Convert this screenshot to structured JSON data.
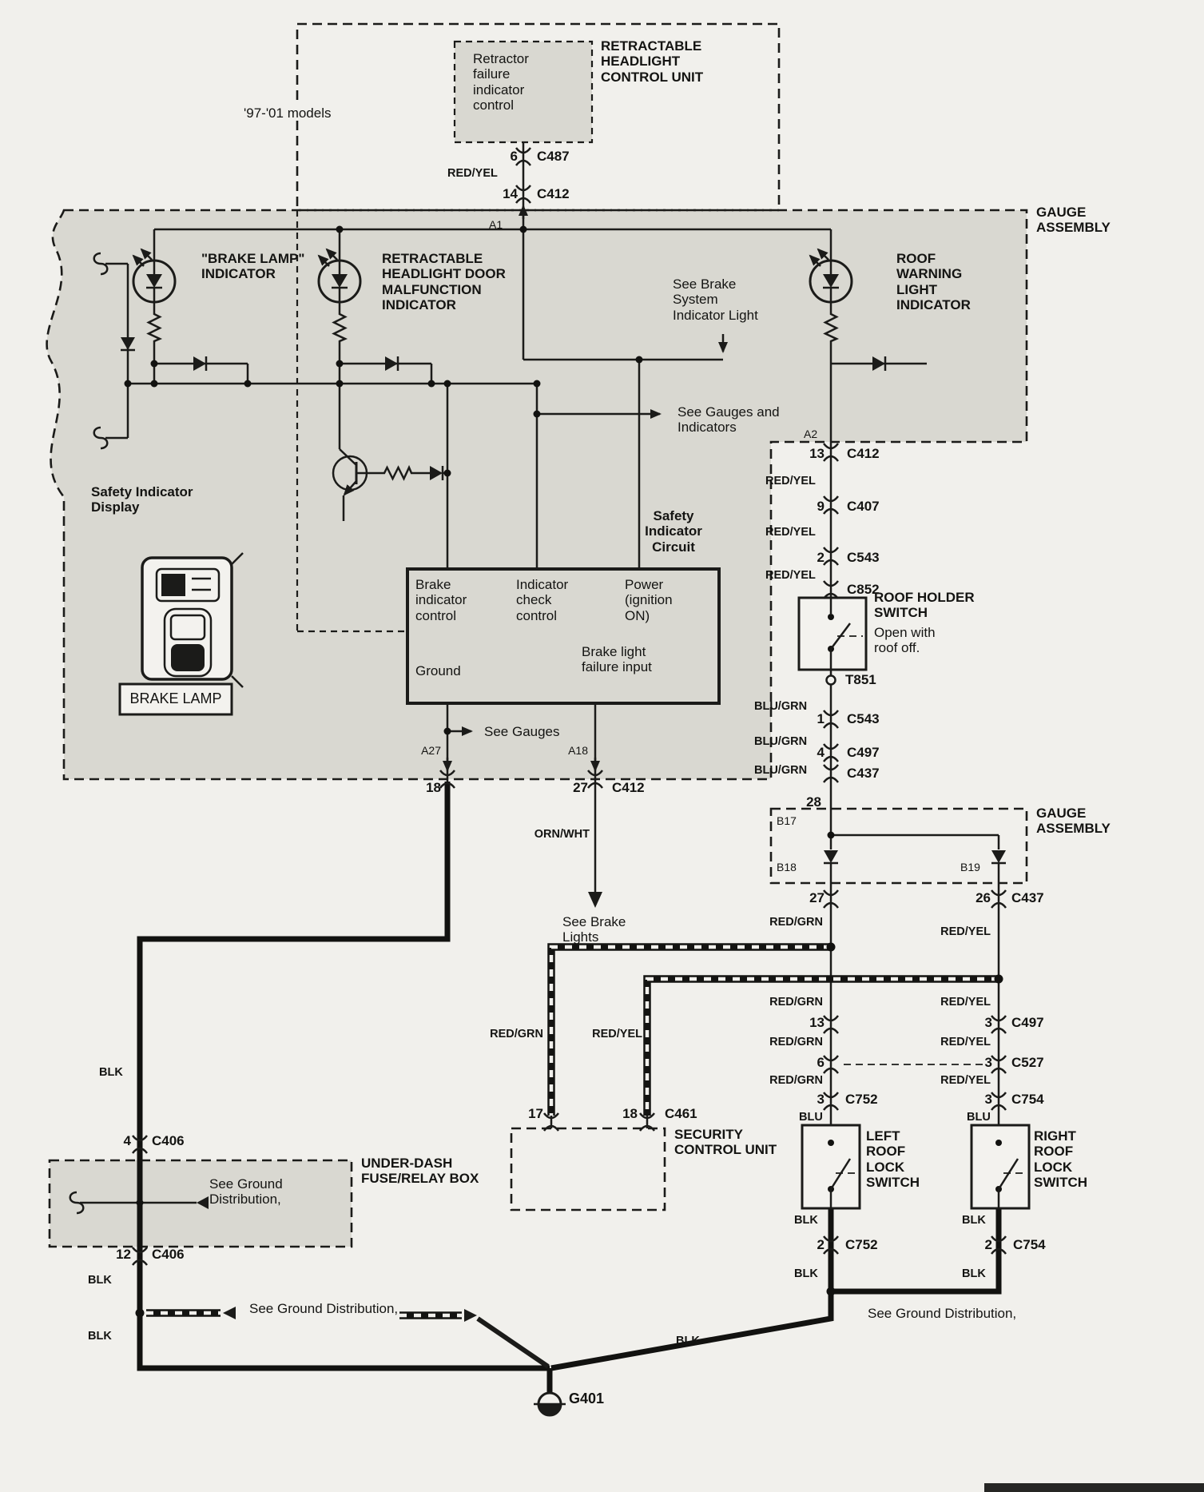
{
  "diagram": {
    "kind": "automotive wiring diagram",
    "models_note": "'97-'01 models"
  },
  "colors": {
    "paper": "#f1f0ec",
    "shade": "#d9d8d1",
    "line": "#1b1b19"
  },
  "components": {
    "retractable_headlight_control_unit": "RETRACTABLE HEADLIGHT CONTROL UNIT",
    "retractor_failure_indicator_control": "Retractor failure indicator control",
    "gauge_assembly": "GAUGE ASSEMBLY",
    "brake_lamp_indicator": "\"BRAKE LAMP\" INDICATOR",
    "retractable_headlight_door_malfunction_indicator": "RETRACTABLE HEADLIGHT DOOR MALFUNCTION INDICATOR",
    "roof_warning_light_indicator": "ROOF WARNING LIGHT INDICATOR",
    "roof_holder_switch": "ROOF HOLDER SWITCH",
    "roof_holder_switch_note": "Open with roof off.",
    "safety_indicator_display": "Safety Indicator Display",
    "brake_lamp": "BRAKE LAMP",
    "safety_indicator_circuit": "Safety Indicator Circuit",
    "security_control_unit": "SECURITY CONTROL UNIT",
    "left_roof_lock_switch": "LEFT ROOF LOCK SWITCH",
    "right_roof_lock_switch": "RIGHT ROOF LOCK SWITCH",
    "under_dash_fuse_relay_box": "UNDER-DASH FUSE/RELAY BOX",
    "ground_point": "G401"
  },
  "control_box_pins": {
    "brake_indicator_control": "Brake indicator control",
    "indicator_check_control": "Indicator check control",
    "power_ignition_on": "Power (ignition ON)",
    "ground": "Ground",
    "brake_light_failure_input": "Brake light failure input"
  },
  "notes": {
    "see_brake_system_indicator_light": "See Brake System Indicator Light",
    "see_gauges_and_indicators": "See Gauges and Indicators",
    "see_gauges": "See Gauges",
    "see_brake_lights": "See Brake Lights",
    "see_ground_distribution": "See Ground Distribution,"
  },
  "wire_colors": {
    "red_yel": "RED/YEL",
    "red_grn": "RED/GRN",
    "blu_grn": "BLU/GRN",
    "orn_wht": "ORN/WHT",
    "blk": "BLK",
    "blu": "BLU"
  },
  "connectors": {
    "c487": "C487",
    "c412": "C412",
    "c407": "C407",
    "c543": "C543",
    "c852": "C852",
    "t851": "T851",
    "c497": "C497",
    "c437": "C437",
    "c527": "C527",
    "c752": "C752",
    "c754": "C754",
    "c461": "C461",
    "c406": "C406"
  },
  "pins": {
    "n1": "1",
    "n2": "2",
    "n3": "3",
    "n4": "4",
    "n6": "6",
    "n9": "9",
    "n12": "12",
    "n13": "13",
    "n14": "14",
    "n17": "17",
    "n18": "18",
    "n26": "26",
    "n27": "27",
    "n28": "28"
  },
  "terminals": {
    "a1": "A1",
    "a2": "A2",
    "a18": "A18",
    "a27": "A27",
    "b17": "B17",
    "b18": "B18",
    "b19": "B19"
  }
}
